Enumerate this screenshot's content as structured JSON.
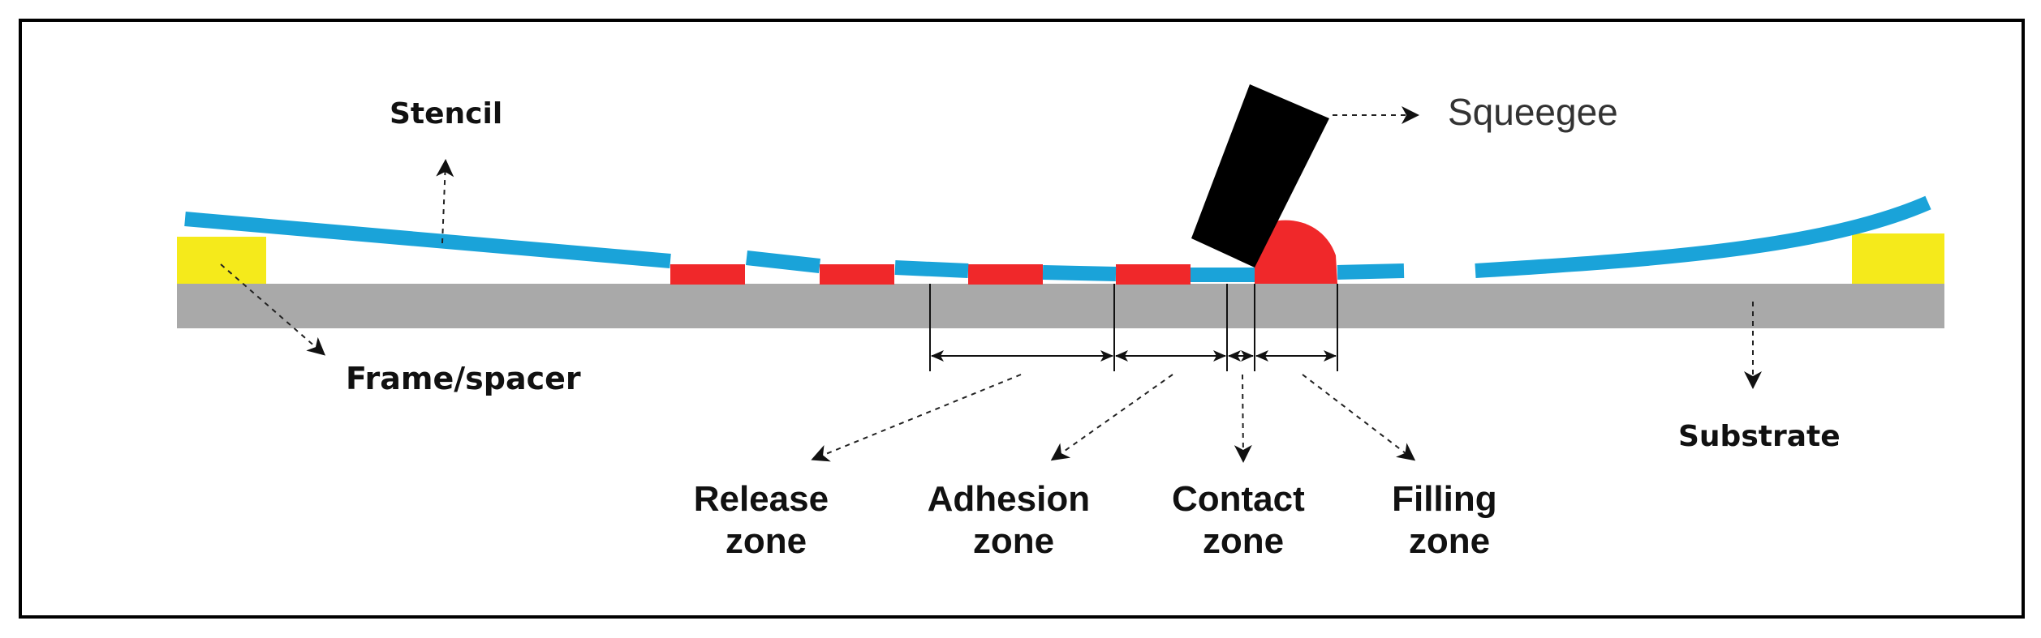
{
  "labels": {
    "stencil": "Stencil",
    "squeegee": "Squeegee",
    "frame_spacer": "Frame/spacer",
    "substrate": "Substrate",
    "release_zone": [
      "Release",
      "zone"
    ],
    "adhesion_zone": [
      "Adhesion",
      "zone"
    ],
    "contact_zone": [
      "Contact",
      "zone"
    ],
    "filling_zone": [
      "Filling",
      "zone"
    ]
  },
  "colors": {
    "stencil": "#1aa3d9",
    "paste": "#f0282a",
    "substrate": "#a9a9a9",
    "frame": "#f5ea1b",
    "squeegee": "#000000",
    "border": "#000000",
    "annotation": "#222222"
  }
}
